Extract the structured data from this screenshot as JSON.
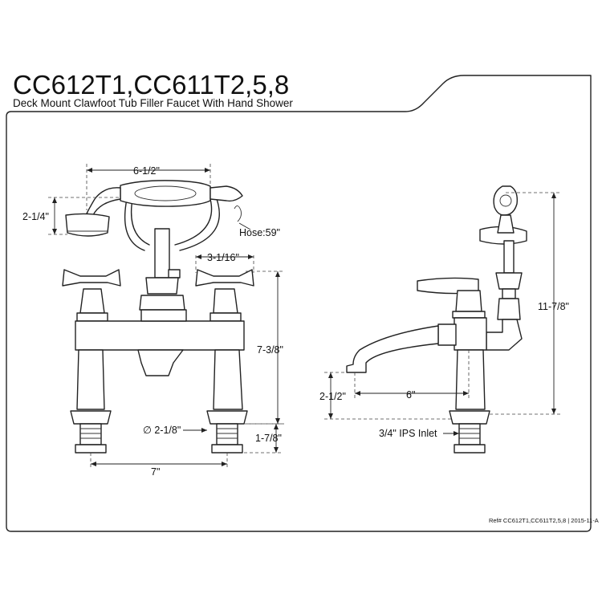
{
  "header": {
    "model_numbers": "CC612T1,CC611T2,5,8",
    "subtitle": "Deck Mount Clawfoot Tub Filler Faucet With Hand Shower"
  },
  "front_view": {
    "dim_shower_width": "6-1/2\"",
    "dim_shower_height": "2-1/4\"",
    "dim_hose": "Hose:59\"",
    "dim_handle": "3-1/16\"",
    "dim_body_height": "7-3/8\"",
    "dim_diameter": "∅ 2-1/8\"",
    "dim_shank": "1-7/8\"",
    "dim_centers": "7\""
  },
  "side_view": {
    "dim_spout_height": "2-1/2\"",
    "dim_spout_reach": "6\"",
    "dim_total_height": "11-7/8\"",
    "dim_inlet": "3/4\" IPS Inlet"
  },
  "footer": {
    "reference": "Ref# CC612T1,CC611T2,5,8 | 2015-11-A"
  }
}
